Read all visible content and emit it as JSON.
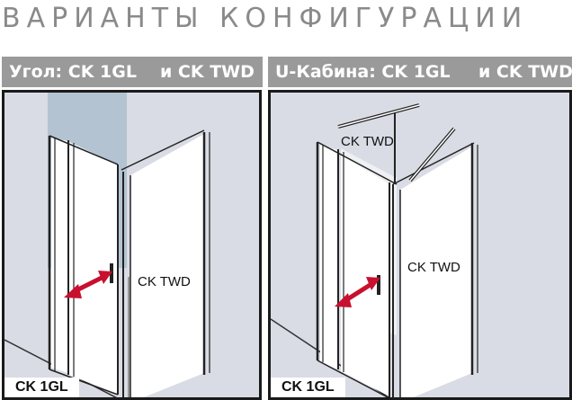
{
  "title": "ВАРИАНТЫ КОНФИГУРАЦИИ",
  "left": {
    "heading_a": "Угол: CK 1GL",
    "heading_b": "и CK TWD",
    "side_label": "CK TWD",
    "door_tag": "CK 1GL"
  },
  "right": {
    "heading_a": "U-Кабина: CK 1GL",
    "heading_b": "и CK TWD",
    "top_label": "CK TWD",
    "side_label": "CK TWD",
    "door_tag": "CK 1GL"
  },
  "colors": {
    "title": "#8a8a8a",
    "bar": "#9a9a9a",
    "wall": "#d9dce4",
    "shadow": "#b3c3d1",
    "arrow": "#c8102e"
  }
}
